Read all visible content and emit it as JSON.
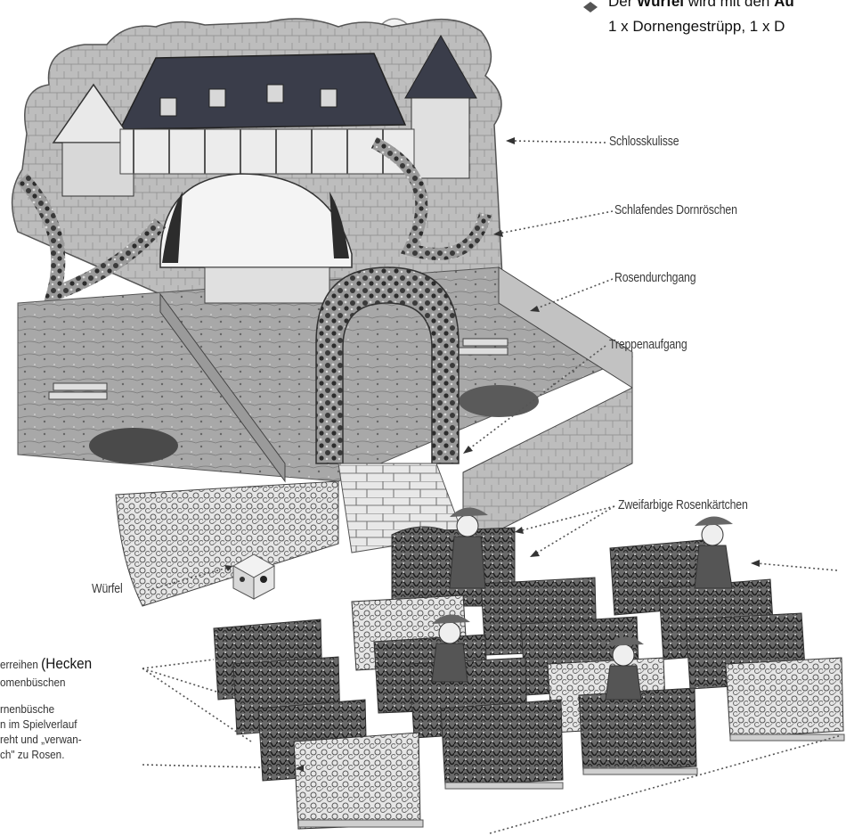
{
  "header": {
    "line1_prefix": "Der ",
    "line1_bold1": "Würfel",
    "line1_mid": " wird mit den ",
    "line1_bold2": "Au",
    "line2": "1 x Dornengestrüpp, 1 x D"
  },
  "labels": {
    "schlosskulisse": "Schlosskulisse",
    "dornroeschen": "Schlafendes Dornröschen",
    "rosendurchgang": "Rosendurchgang",
    "treppenaufgang": "Treppenaufgang",
    "rosenkaertchen": "Zweifarbige Rosenkärtchen",
    "wuerfel": "Würfel"
  },
  "left_note": {
    "line1_a": "erreihen ",
    "line1_b": "(Hecken",
    "line2": "omenbüschen",
    "line3": "rnenbüsche",
    "line4": "n im Spielverlauf",
    "line5": "reht und „verwan-",
    "line6": "ch\" zu Rosen."
  },
  "illustration": {
    "subject": "game board box with castle backdrop and hedge cards",
    "icons": [
      "castle-illustration",
      "die-icon",
      "hedge-card",
      "prince-figure",
      "moon-icon"
    ]
  },
  "colors": {
    "ink": "#222222",
    "leader": "#555555",
    "roof": "#3a3d4a",
    "hedge_dark": "#4a4a4a",
    "hedge_light": "#d8d8d8"
  }
}
